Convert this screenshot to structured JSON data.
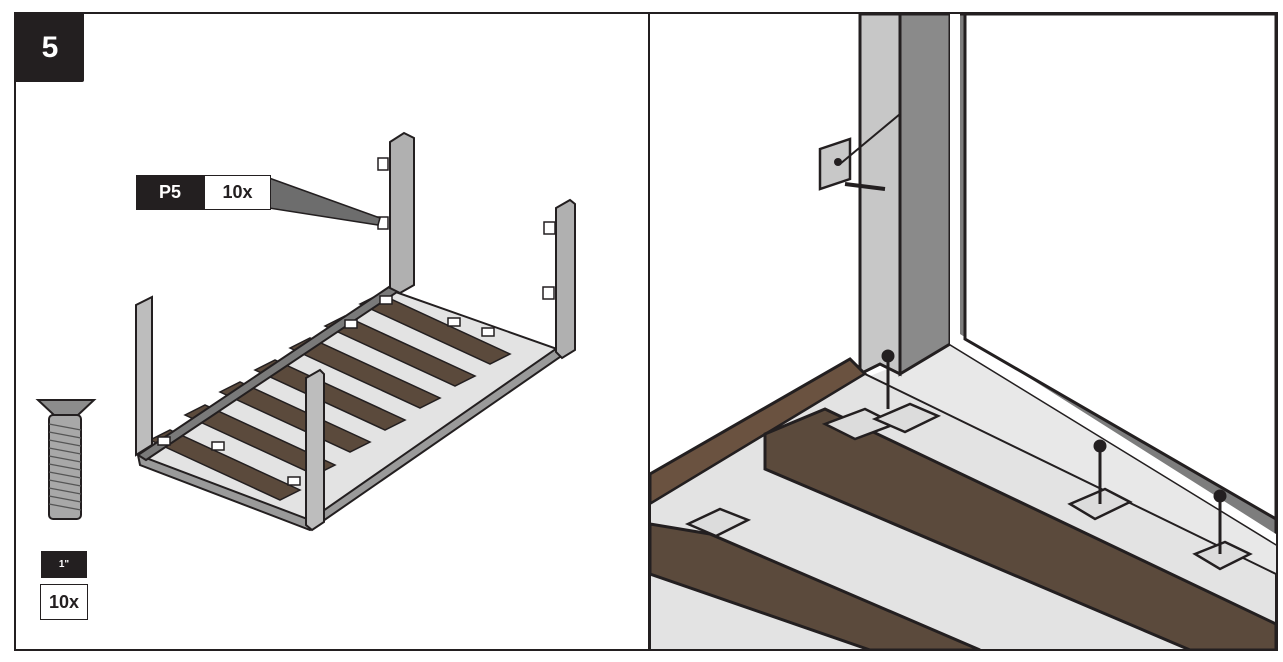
{
  "step": {
    "number": "5"
  },
  "callout": {
    "part_label": "P5",
    "quantity": "10x"
  },
  "hardware": {
    "size_label": "1\"",
    "quantity": "10x"
  },
  "colors": {
    "outline": "#231f20",
    "steel": "#8a8a8a",
    "steel_dark": "#5a5a5a",
    "wood": "#5b4a3c",
    "wood_light": "#7a6250",
    "panel": "#e6e6e6"
  }
}
